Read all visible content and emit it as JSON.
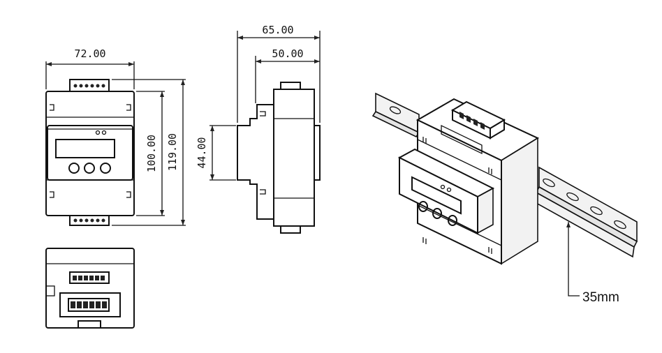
{
  "dimensions": {
    "width": "72.00",
    "height_inner": "100.00",
    "height_outer": "119.00",
    "depth_total": "65.00",
    "depth_body": "50.00",
    "rail_slot": "44.00"
  },
  "rail_label": "35mm"
}
